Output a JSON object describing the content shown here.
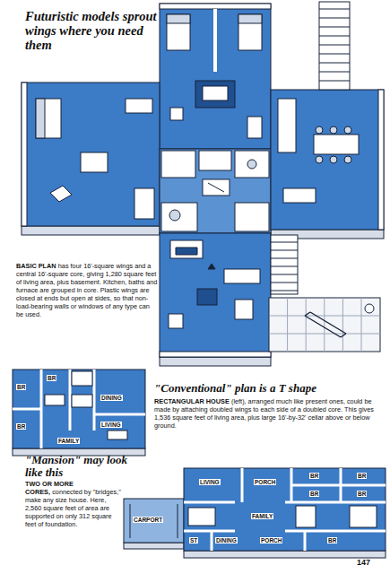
{
  "diagram": {
    "title": "Futuristic models sprout wings where you need them",
    "labels": [
      "BASIC PLAN",
      "has four 16'-square wings and a central 16'-square core, giving 1,280 square feet of living area, plus basement. Kitchen, baths and furnace are grouped in core. Plastic wings are closed at ends but open at sides, so that non-load-bearing walls or windows of any type can be used.",
      "\"Conventional\" plan is a T shape",
      "RECTANGULAR HOUSE",
      "(left), arranged much like present ones, could be made by attaching doubled wings to each side of a doubled core. This gives 1,536 square feet of living area, plus large 16'-by-32' cellar above or below ground.",
      "BR",
      "BR",
      "DINING",
      "BR",
      "LIVING",
      "FAMILY",
      "\"Mansion\" may look like this",
      "TWO OR MORE CORES,",
      "connected by \"bridges,\" make any size house. Here, 2,560 square feet of area are supported on only 312 square feet of foundation.",
      "LIVING",
      "PORCH",
      "BR",
      "BR",
      "BR",
      "BR",
      "CARPORT",
      "FAMILY",
      "ST",
      "DINING",
      "PORCH",
      "BR",
      "147"
    ]
  }
}
